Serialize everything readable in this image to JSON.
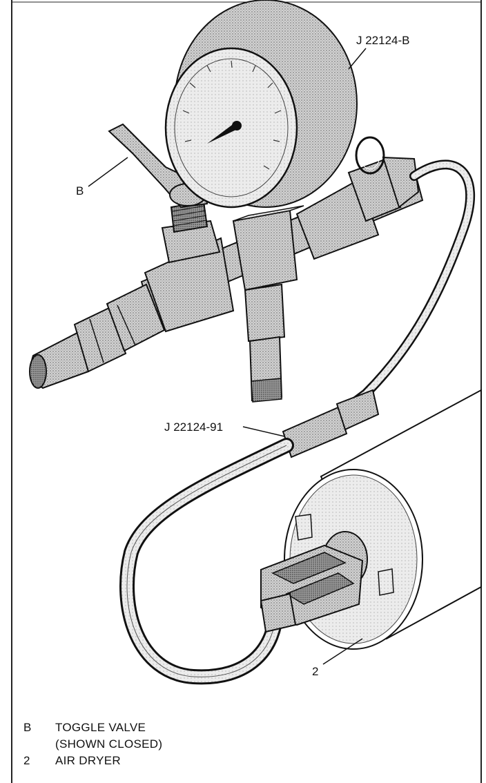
{
  "callouts": {
    "gauge_tool": "J 22124-B",
    "toggle_valve": "B",
    "hose_adapter": "J 22124-91",
    "air_dryer": "2"
  },
  "legend": [
    {
      "key": "B",
      "lines": [
        "TOGGLE VALVE",
        "(SHOWN CLOSED)"
      ]
    },
    {
      "key": "2",
      "lines": [
        "AIR DRYER"
      ]
    }
  ]
}
